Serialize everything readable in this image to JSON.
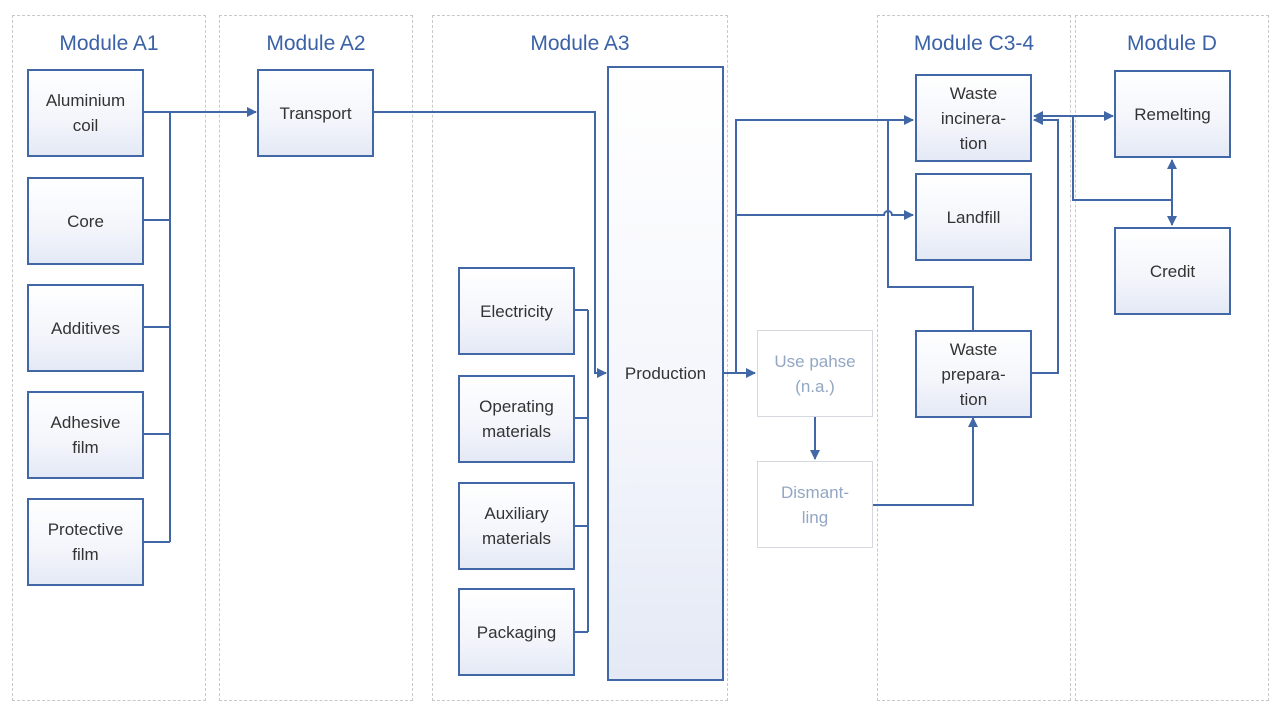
{
  "modules": {
    "a1": "Module A1",
    "a2": "Module A2",
    "a3": "Module A3",
    "c34": "Module C3-4",
    "d": "Module D"
  },
  "boxes": {
    "aluminium_coil": "Aluminium\ncoil",
    "core": "Core",
    "additives": "Additives",
    "adhesive_film": "Adhesive\nfilm",
    "protective_film": "Protective\nfilm",
    "transport": "Transport",
    "electricity": "Electricity",
    "operating_materials": "Operating\nmaterials",
    "auxiliary_materials": "Auxiliary\nmaterials",
    "packaging": "Packaging",
    "production": "Production",
    "use_phase": "Use pahse\n(n.a.)",
    "dismantling": "Dismant-\nling",
    "waste_incineration": "Waste\nincinera-\ntion",
    "landfill": "Landfill",
    "waste_preparation": "Waste\nprepara-\ntion",
    "remelting": "Remelting",
    "credit": "Credit"
  },
  "colors": {
    "line": "#4267a6",
    "title": "#3b62a6",
    "faded_text": "#93a7c4"
  }
}
